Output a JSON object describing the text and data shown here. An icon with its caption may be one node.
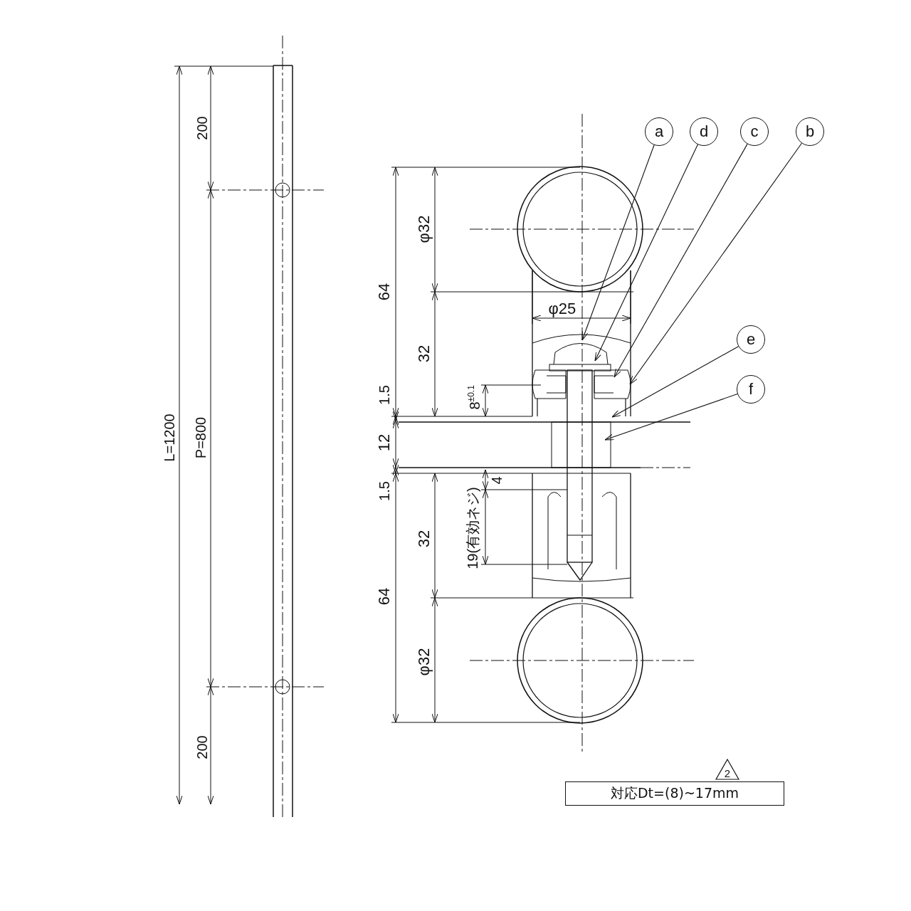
{
  "diagram": {
    "nodes": [
      {
        "text": [
          "a"
        ]
      },
      {
        "text": [
          "d"
        ]
      },
      {
        "text": [
          "c"
        ]
      },
      {
        "text": [
          "b"
        ]
      },
      {
        "text": [
          "e"
        ]
      },
      {
        "text": [
          "f"
        ]
      },
      {
        "text": [
          "2"
        ]
      },
      {
        "text": [
          "対応Dt=(8)~17mm"
        ]
      }
    ],
    "edges": [
      {
        "from": 0,
        "to": null,
        "arrow": "to"
      },
      {
        "from": 1,
        "to": null,
        "arrow": "to"
      },
      {
        "from": 2,
        "to": null,
        "arrow": "to"
      },
      {
        "from": 3,
        "to": null,
        "arrow": "to"
      },
      {
        "from": 4,
        "to": null,
        "arrow": "to"
      },
      {
        "from": 5,
        "to": null,
        "arrow": "to"
      }
    ],
    "labels": [
      "200",
      "L=1200",
      "P=800",
      "200",
      "φ32",
      "64",
      "32",
      "φ25",
      "8$^{±0.1}$",
      "1.5",
      "12",
      "1.5",
      "4",
      "19(有効ネジ)",
      "32",
      "64",
      "φ32"
    ]
  }
}
